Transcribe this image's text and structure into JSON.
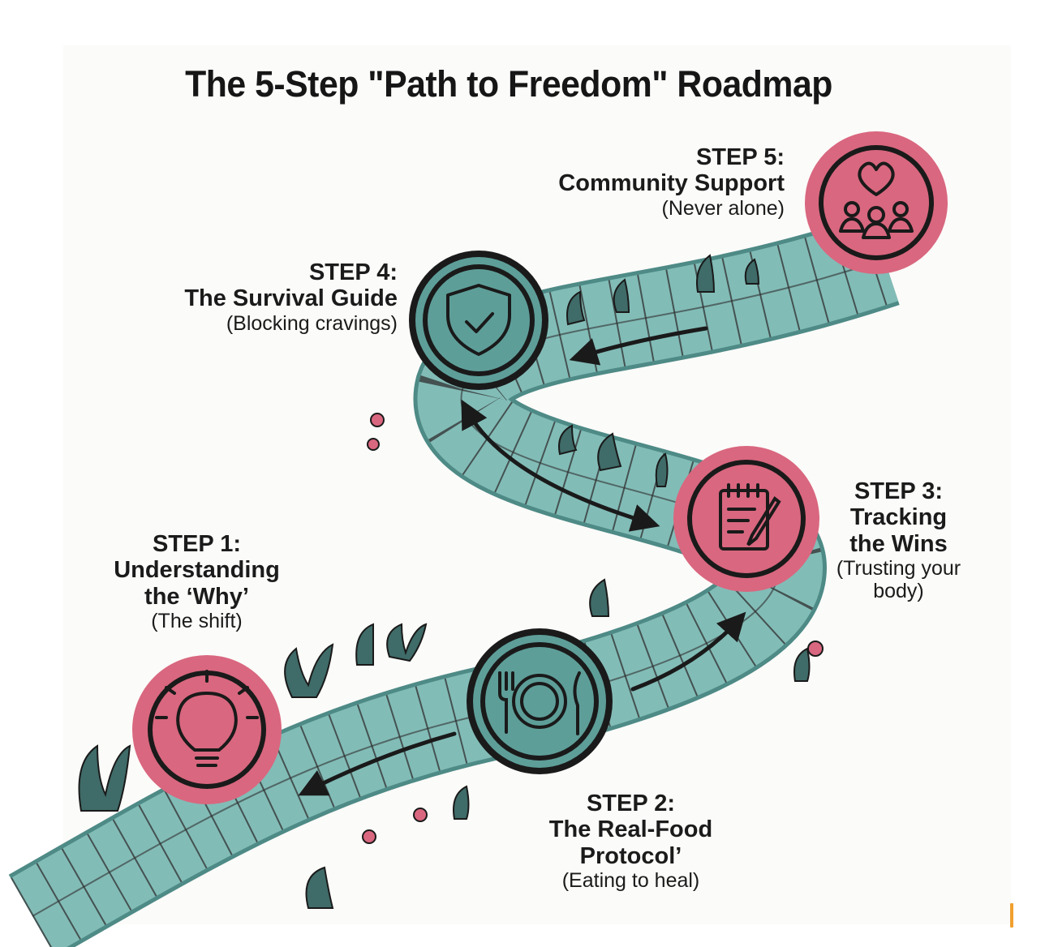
{
  "title": "The 5-Step \"Path to Freedom\" Roadmap",
  "colors": {
    "path_fill": "#7fb7b3",
    "path_edge": "#4e8a86",
    "pink": "#d9677f",
    "teal": "#5e9e99",
    "ink": "#1a1a1a",
    "leaf": "#3f6b68"
  },
  "steps": [
    {
      "heading": "STEP 1:",
      "lines": [
        "Understanding",
        "the ‘Why’"
      ],
      "sub": "(The shift)",
      "icon": "lightbulb-icon",
      "color": "pink"
    },
    {
      "heading": "STEP 2:",
      "lines": [
        "The Real-Food",
        "Protocol’"
      ],
      "sub": "(Eating to heal)",
      "icon": "plate-fork-knife-icon",
      "color": "teal"
    },
    {
      "heading": "STEP 3:",
      "lines": [
        "Tracking",
        "the Wins"
      ],
      "sub": "(Trusting your body)",
      "icon": "notepad-pencil-icon",
      "color": "pink"
    },
    {
      "heading": "STEP 4:",
      "lines": [
        "The Survival Guide"
      ],
      "sub": "(Blocking cravings)",
      "icon": "shield-check-icon",
      "color": "teal"
    },
    {
      "heading": "STEP 5:",
      "lines": [
        "Community Support"
      ],
      "sub": "(Never alone)",
      "icon": "heart-people-icon",
      "color": "pink"
    }
  ]
}
